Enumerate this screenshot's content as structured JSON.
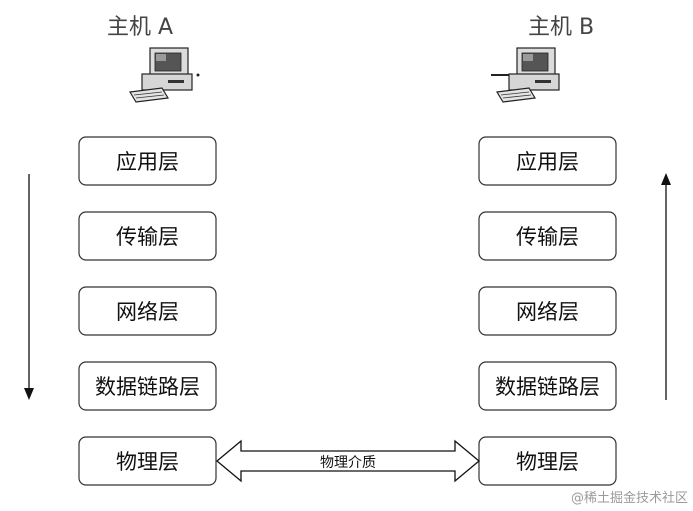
{
  "hosts": [
    {
      "name": "主机 A"
    },
    {
      "name": "主机 B"
    }
  ],
  "layers": [
    "应用层",
    "传输层",
    "网络层",
    "数据链路层",
    "物理层"
  ],
  "medium_label": "物理介质",
  "watermark": "@稀土掘金技术社区",
  "icons": {
    "computer": "computer-icon",
    "arrow_down": "arrow-down-icon",
    "arrow_up": "arrow-up-icon",
    "double_arrow": "double-arrow-icon"
  }
}
